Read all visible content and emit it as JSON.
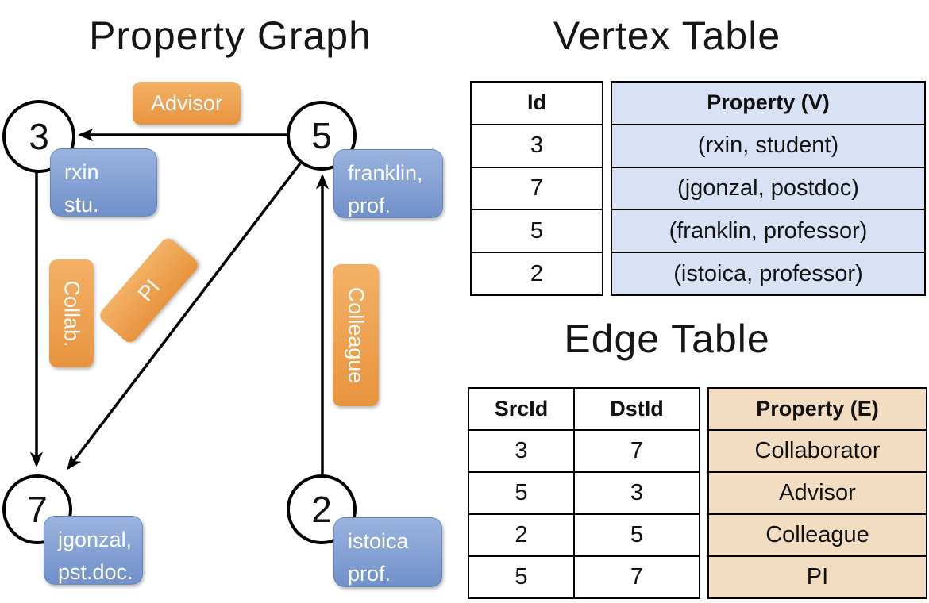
{
  "colors": {
    "orange_box_top": "#F3B166",
    "orange_box_bottom": "#E8943E",
    "blue_box_top": "#9BB3DF",
    "blue_box_bottom": "#7190CA",
    "vertex_cell_bg": "#D9E2F4",
    "edge_cell_bg": "#F3DDC2",
    "line_color": "#000000"
  },
  "graph": {
    "title": "Property Graph",
    "nodes": [
      {
        "id": "3",
        "prop_line1": "rxin",
        "prop_line2": "stu."
      },
      {
        "id": "5",
        "prop_line1": "franklin,",
        "prop_line2": "prof."
      },
      {
        "id": "7",
        "prop_line1": "jgonzal,",
        "prop_line2": "pst.doc."
      },
      {
        "id": "2",
        "prop_line1": "istoica",
        "prop_line2": "prof."
      }
    ],
    "edge_labels": [
      {
        "text": "Advisor"
      },
      {
        "text": "Collab."
      },
      {
        "text": "PI"
      },
      {
        "text": "Colleague"
      }
    ]
  },
  "vertex_table": {
    "title": "Vertex Table",
    "col_id": "Id",
    "col_property": "Property (V)",
    "rows": [
      {
        "id": "3",
        "property": "(rxin, student)"
      },
      {
        "id": "7",
        "property": "(jgonzal, postdoc)"
      },
      {
        "id": "5",
        "property": "(franklin, professor)"
      },
      {
        "id": "2",
        "property": "(istoica, professor)"
      }
    ]
  },
  "edge_table": {
    "title": "Edge Table",
    "col_src": "SrcId",
    "col_dst": "DstId",
    "col_property": "Property (E)",
    "rows": [
      {
        "src": "3",
        "dst": "7",
        "property": "Collaborator"
      },
      {
        "src": "5",
        "dst": "3",
        "property": "Advisor"
      },
      {
        "src": "2",
        "dst": "5",
        "property": "Colleague"
      },
      {
        "src": "5",
        "dst": "7",
        "property": "PI"
      }
    ]
  }
}
